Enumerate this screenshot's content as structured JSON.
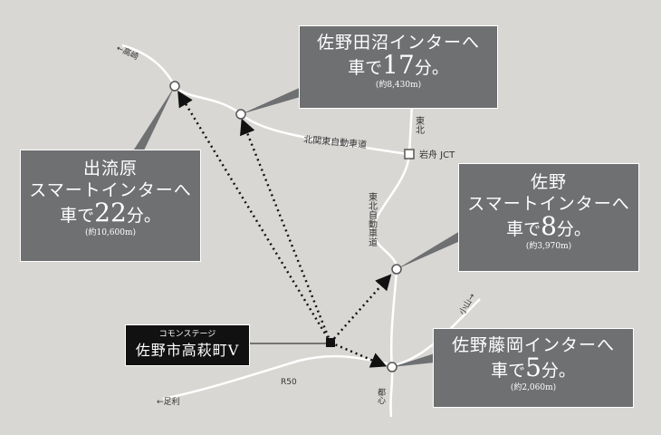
{
  "home": {
    "sub": "コモンステージ",
    "name": "佐野市高萩町Ⅴ"
  },
  "boxes": {
    "tanuma": {
      "title": "佐野田沼インターへ",
      "pre": "車で",
      "num": "17",
      "post": "分。",
      "dist": "(約8,430m)"
    },
    "izuruhara": {
      "title1": "出流原",
      "title2": "スマートインターへ",
      "pre": "車で",
      "num": "22",
      "post": "分。",
      "dist": "(約10,600m)"
    },
    "sano": {
      "title1": "佐野",
      "title2": "スマートインターへ",
      "pre": "車で",
      "num": "8",
      "post": "分。",
      "dist": "(約3,970m)"
    },
    "fujioka": {
      "title": "佐野藤岡インターへ",
      "pre": "車で",
      "num": "5",
      "post": "分。",
      "dist": "(約2,060m)"
    }
  },
  "labels": {
    "takasaki": "←高崎",
    "kitakanto": "北関東自動車道",
    "iwafune": "岩舟 JCT",
    "tohoku_north": "東北",
    "tohoku_exp": "東北自動車道",
    "oyama": "小山→",
    "tsuga": "都心",
    "r50": "R50",
    "ashikaga": "←足利"
  },
  "colors": {
    "box": "#6e7072",
    "background": "#d9d7d4",
    "home": "#111111",
    "road": "#ffffff"
  }
}
